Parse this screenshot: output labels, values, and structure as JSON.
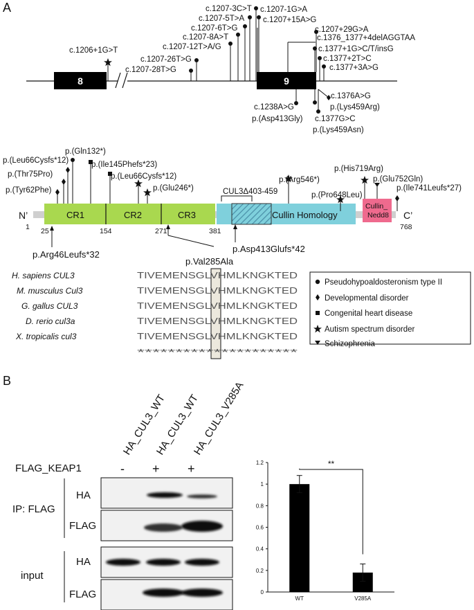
{
  "panel_a": {
    "letter": "A",
    "exon_left": "8",
    "exon_right": "9",
    "splice_labels": [
      "c.1206+1G>T",
      "c.1207-28T>G",
      "c.1207-26T>G",
      "c.1207-12T>A/G",
      "c.1207-8A>T",
      "c.1207-6T>G",
      "c.1207-5T>A",
      "c.1207-3C>T",
      "c.1207-1G>A",
      "c.1207+15A>G",
      "c.1207+29G>A",
      "c.1376_1377+4delAGGTAA",
      "c.1377+1G>C/T/insG",
      "c.1377+2T>C",
      "c.1377+3A>G"
    ],
    "exon_labels": [
      "c.1376A>G",
      "p.(Lys459Arg)",
      "c.1238A>G",
      "p.(Asp413Gly)",
      "c.1377G>C",
      "p.(Lys459Asn)"
    ],
    "protein_labels": [
      "p.(Leu66Cysfs*12)",
      "p.(Gln132*)",
      "p.(Thr75Pro)",
      "p.(Ile145Phefs*23)",
      "p.(Tyr62Phe)",
      "p.(Leu66Cysfs*12)",
      "p.(Glu246*)",
      "p.(Arg546*)",
      "p.(His719Arg)",
      "p.(Glu752Gln)",
      "p.(Pro648Leu)",
      "p.(Ile741Leufs*27)"
    ],
    "deletion_label": "CUL3Δ403-459",
    "n_term": "N’",
    "c_term": "C’",
    "domains": [
      "CR1",
      "CR2",
      "CR3",
      "Cullin Homology",
      "Cullin_",
      "Nedd8"
    ],
    "positions": [
      "1",
      "25",
      "154",
      "271",
      "381",
      "768"
    ],
    "arrow_labels": [
      "p.Arg46Leufs*32",
      "p.Asp413Glufs*42",
      "p.Val285Ala"
    ],
    "alignment": {
      "species": [
        "H. sapiens CUL3",
        "M. musculus Cul3",
        "G. gallus CUL3",
        "D. rerio cul3a",
        "X. tropicalis cul3"
      ],
      "sequence": "TIVEMENSGLVHMLKNGKTED",
      "conservation": "*********************"
    },
    "legend": [
      {
        "symbol": "circle",
        "label": "Pseudohypoaldosteronism type II"
      },
      {
        "symbol": "diamond",
        "label": "Developmental disorder"
      },
      {
        "symbol": "square",
        "label": "Congenital heart disease"
      },
      {
        "symbol": "star",
        "label": "Autism spectrum disorder"
      },
      {
        "symbol": "triangle-down",
        "label": "Schizophrenia"
      }
    ],
    "colors": {
      "cr": "#a9d84f",
      "cullin": "#7fd0dc",
      "nedd8": "#ef6a8e",
      "hatch": "#4a8fa8",
      "backbone": "#cfcfcf"
    }
  },
  "panel_b": {
    "letter": "B",
    "lanes": [
      "HA_CUL3_WT",
      "HA_CUL3_WT",
      "HA_CUL3_V285A"
    ],
    "flag_keap1_label": "FLAG_KEAP1",
    "flag_keap1_signs": [
      "-",
      "+",
      "+"
    ],
    "ip_label": "IP: FLAG",
    "input_label": "input",
    "blot_rows": [
      "HA",
      "FLAG",
      "HA",
      "FLAG"
    ],
    "significance": "**"
  },
  "chart_data": {
    "type": "bar",
    "categories": [
      "WT",
      "V285A"
    ],
    "values": [
      1.0,
      0.18
    ],
    "errors": [
      0.08,
      0.08
    ],
    "ylim": [
      0,
      1.2
    ],
    "yticks": [
      "0",
      "0.2",
      "0.4",
      "0.6",
      "0.8",
      "1",
      "1.2"
    ],
    "grid": false,
    "bar_color": "#000000"
  }
}
